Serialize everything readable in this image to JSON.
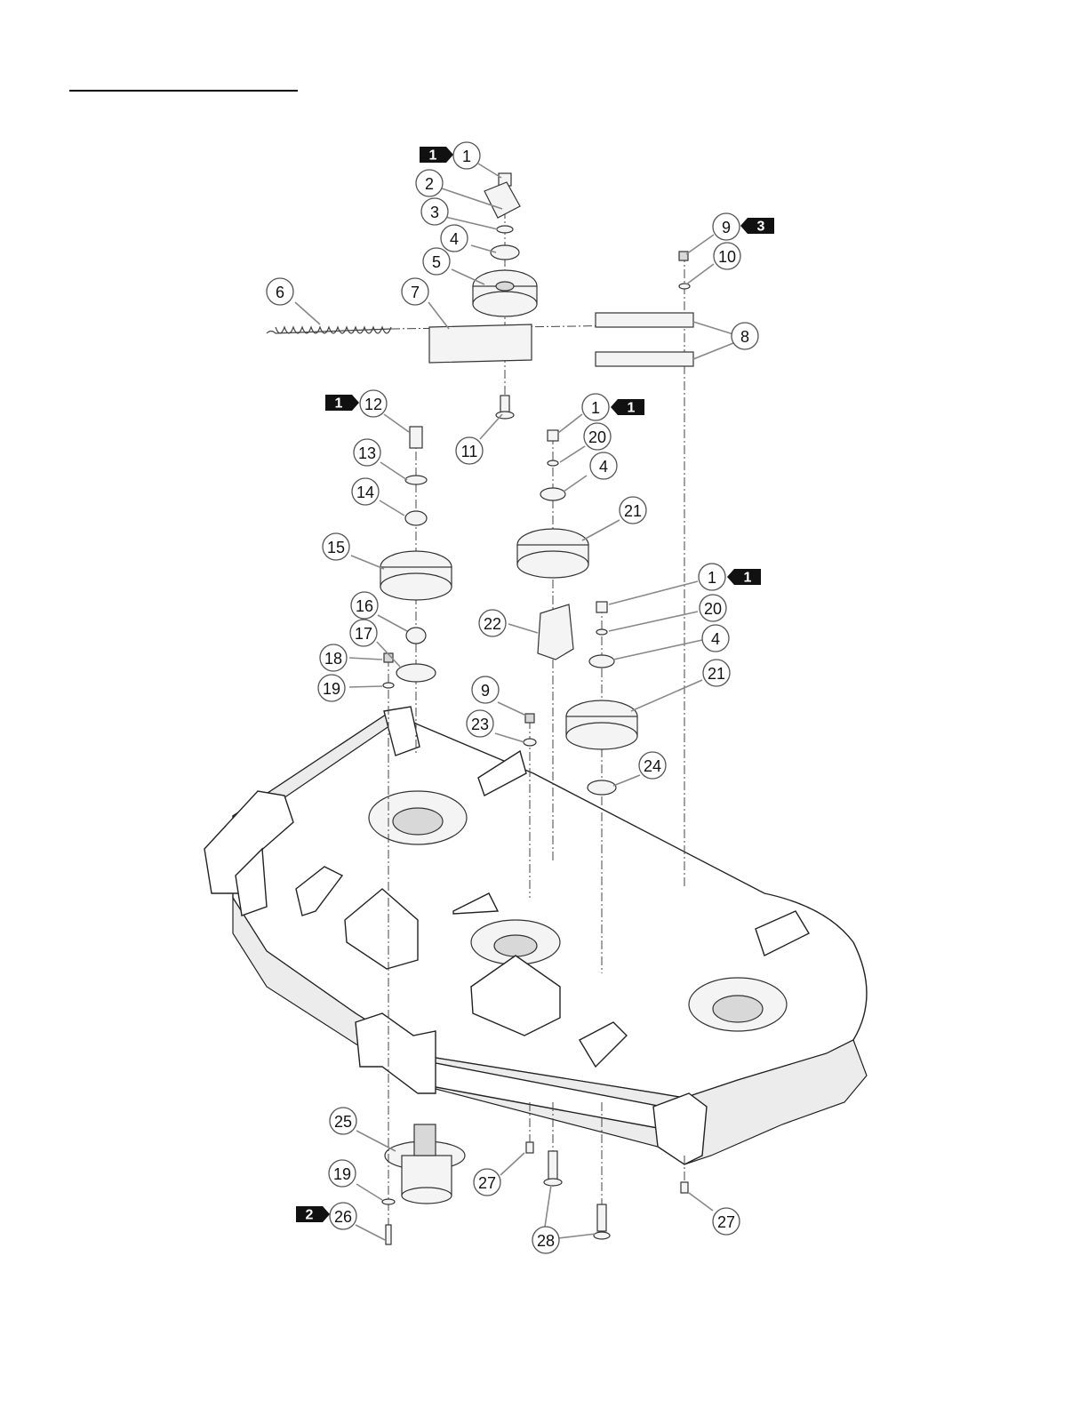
{
  "callouts": [
    {
      "id": "c1a",
      "num": "1"
    },
    {
      "id": "c2",
      "num": "2"
    },
    {
      "id": "c3",
      "num": "3"
    },
    {
      "id": "c4a",
      "num": "4"
    },
    {
      "id": "c5",
      "num": "5"
    },
    {
      "id": "c6",
      "num": "6"
    },
    {
      "id": "c7",
      "num": "7"
    },
    {
      "id": "c8",
      "num": "8"
    },
    {
      "id": "c9a",
      "num": "9"
    },
    {
      "id": "c10",
      "num": "10"
    },
    {
      "id": "c11",
      "num": "11"
    },
    {
      "id": "c12",
      "num": "12"
    },
    {
      "id": "c13",
      "num": "13"
    },
    {
      "id": "c14",
      "num": "14"
    },
    {
      "id": "c15",
      "num": "15"
    },
    {
      "id": "c16",
      "num": "16"
    },
    {
      "id": "c17",
      "num": "17"
    },
    {
      "id": "c18",
      "num": "18"
    },
    {
      "id": "c19a",
      "num": "19"
    },
    {
      "id": "c1b",
      "num": "1"
    },
    {
      "id": "c20a",
      "num": "20"
    },
    {
      "id": "c4b",
      "num": "4"
    },
    {
      "id": "c21a",
      "num": "21"
    },
    {
      "id": "c22",
      "num": "22"
    },
    {
      "id": "c1c",
      "num": "1"
    },
    {
      "id": "c20b",
      "num": "20"
    },
    {
      "id": "c4c",
      "num": "4"
    },
    {
      "id": "c21b",
      "num": "21"
    },
    {
      "id": "c9b",
      "num": "9"
    },
    {
      "id": "c23",
      "num": "23"
    },
    {
      "id": "c24",
      "num": "24"
    },
    {
      "id": "c25",
      "num": "25"
    },
    {
      "id": "c19b",
      "num": "19"
    },
    {
      "id": "c26",
      "num": "26"
    },
    {
      "id": "c27a",
      "num": "27"
    },
    {
      "id": "c28",
      "num": "28"
    },
    {
      "id": "c27b",
      "num": "27"
    }
  ],
  "flags": [
    {
      "id": "f1a",
      "num": "1"
    },
    {
      "id": "f3",
      "num": "3"
    },
    {
      "id": "f1b",
      "num": "1"
    },
    {
      "id": "f1c",
      "num": "1"
    },
    {
      "id": "f1d",
      "num": "1"
    },
    {
      "id": "f2",
      "num": "2"
    }
  ]
}
